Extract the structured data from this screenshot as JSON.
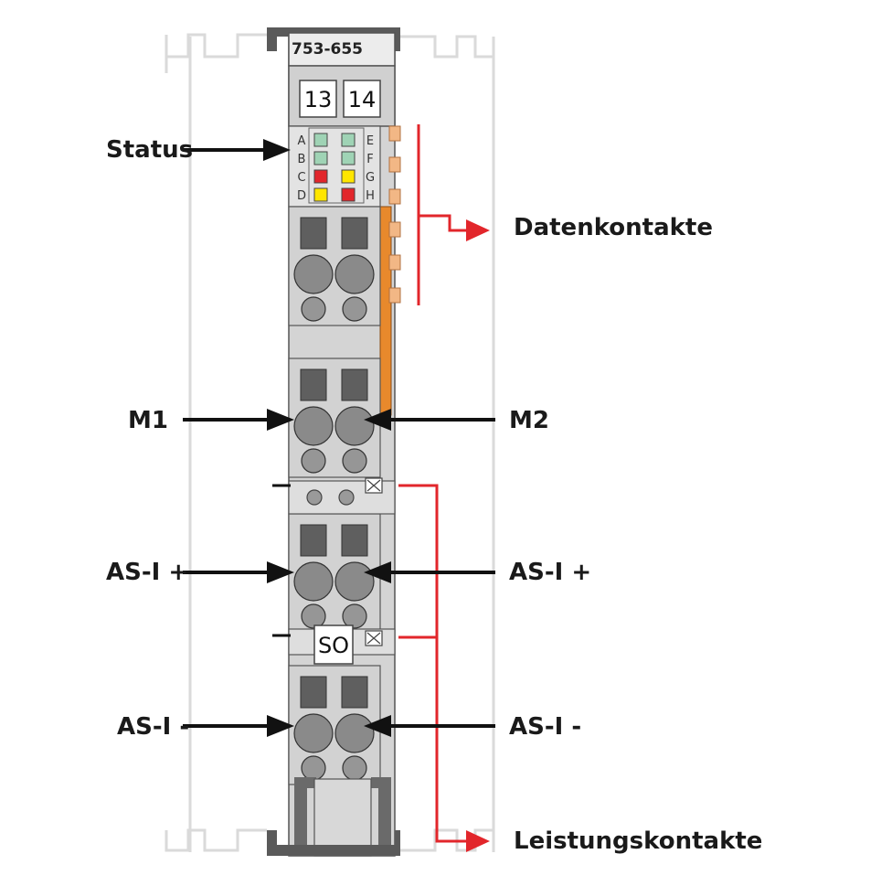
{
  "module": {
    "part_number": "753-655",
    "terminal_numbers": [
      "13",
      "14"
    ],
    "marker": "SO"
  },
  "leds": [
    {
      "letter": "A",
      "color": "#9fd3b5"
    },
    {
      "letter": "B",
      "color": "#9fd3b5"
    },
    {
      "letter": "C",
      "color": "#e2262b"
    },
    {
      "letter": "D",
      "color": "#ffe600"
    },
    {
      "letter": "E",
      "color": "#9fd3b5"
    },
    {
      "letter": "F",
      "color": "#9fd3b5"
    },
    {
      "letter": "G",
      "color": "#ffe600"
    },
    {
      "letter": "H",
      "color": "#e2262b"
    }
  ],
  "labels": {
    "status": "Status",
    "data_contacts": "Datenkontakte",
    "m1": "M1",
    "m2": "M2",
    "asi_plus_left": "AS-I +",
    "asi_plus_right": "AS-I +",
    "asi_minus_left": "AS-I -",
    "asi_minus_right": "AS-I -",
    "power_contacts": "Leistungskontakte"
  },
  "colors": {
    "body": "#d3d3d3",
    "body_dark": "#c0c0c0",
    "outline": "#444444",
    "rail": "#dedede",
    "clamp_dark": "#5f5f5f",
    "round": "#8a8a8a",
    "data_contact": "#f2b785",
    "orange_strip": "#e8892c",
    "red_line": "#e2262b",
    "arrow": "#111111"
  }
}
